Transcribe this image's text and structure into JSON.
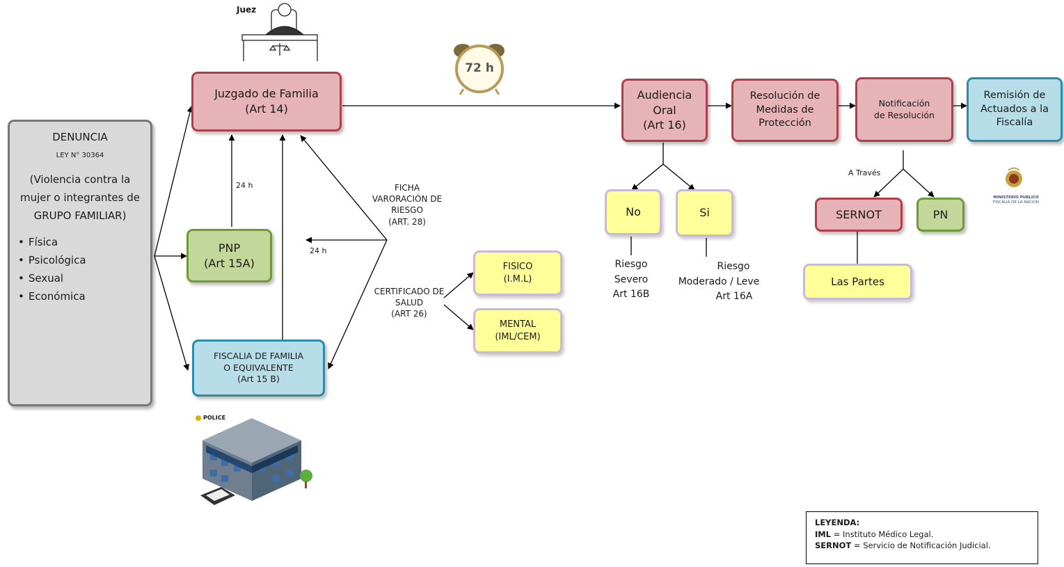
{
  "nodes": {
    "denuncia": {
      "title": "DENUNCIA",
      "law": "LEY N° 30364",
      "description": "(Violencia contra la mujer o integrantes de GRUPO FAMILIAR)",
      "types": [
        "Física",
        "Psicológica",
        "Sexual",
        "Económica"
      ]
    },
    "juez_label": "Juez",
    "juzgado": {
      "line1": "Juzgado de Familia",
      "line2": "(Art 14)"
    },
    "pnp": {
      "line1": "PNP",
      "line2": "(Art 15A)"
    },
    "fiscalia_familia": {
      "line1": "FISCALIA DE FAMILIA",
      "line2": "O EQUIVALENTE",
      "line3": "(Art 15 B)"
    },
    "police_label": "POLICE",
    "timer": "72 h",
    "audiencia": {
      "line1": "Audiencia",
      "line2": "Oral",
      "line3": "(Art 16)"
    },
    "resolucion": {
      "line1": "Resolución de",
      "line2": "Medidas de",
      "line3": "Protección"
    },
    "notificacion": {
      "line1": "Notificación",
      "line2": "de Resolución"
    },
    "remision": {
      "line1": "Remisión de",
      "line2": "Actuados a la",
      "line3": "Fiscalía"
    },
    "no": "No",
    "si": "Si",
    "riesgo_severo": {
      "line1": "Riesgo",
      "line2": "Severo",
      "line3": "Art 16B"
    },
    "riesgo_moderado": {
      "line1": "Riesgo",
      "line2": "Moderado / Leve",
      "line3": "Art 16A"
    },
    "a_traves": "A Través",
    "sernot": "SERNOT",
    "pn": "PN",
    "las_partes": "Las Partes",
    "ficha": {
      "line1": "FICHA",
      "line2": "VARORACIÓN DE",
      "line3": "RIESGO",
      "line4": "(ART. 28)"
    },
    "certificado": {
      "line1": "CERTIFICADO DE",
      "line2": "SALUD",
      "line3": "(ART 26)"
    },
    "fisico": {
      "line1": "FISICO",
      "line2": "(I.M.L)"
    },
    "mental": {
      "line1": "MENTAL",
      "line2": "(IML/CEM)"
    },
    "h24_a": "24 h",
    "h24_b": "24 h",
    "ministerio": {
      "line1": "MINISTERIO PUBLICO",
      "line2": "FISCALIA DE LA NACION"
    }
  },
  "legend": {
    "title": "LEYENDA:",
    "items": [
      {
        "term": "IML",
        "definition": " = Instituto Médico Legal."
      },
      {
        "term": "SERNOT",
        "definition": " = Servicio de Notificación Judicial."
      }
    ]
  }
}
